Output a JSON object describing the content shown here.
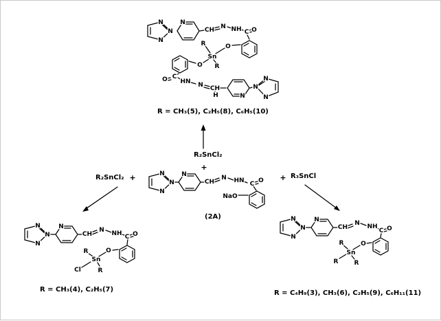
{
  "scheme": {
    "background": "#ffffff",
    "ink": "#000000",
    "reagents": {
      "up": "R₂SnCl₂",
      "left": "R₂SnCl₂",
      "right": "R₃SnCl"
    },
    "plus": "+",
    "captions": {
      "top_product": "R = CH₃(5), C₂H₅(8), C₆H₅(10)",
      "central_compound": "(2A)",
      "bottom_left_product": "R = CH₃(4), C₂H₅(7)",
      "bottom_right_product": "R = C₄H₉(3), CH₃(6), C₂H₅(9), C₆H₁₁(11)"
    },
    "atoms": {
      "N": "N",
      "O": "O",
      "C": "C",
      "H": "H",
      "CH": "CH",
      "NH": "NH",
      "HN": "HN",
      "Sn": "Sn",
      "Cl": "Cl",
      "R": "R",
      "NaO": "NaO"
    }
  }
}
